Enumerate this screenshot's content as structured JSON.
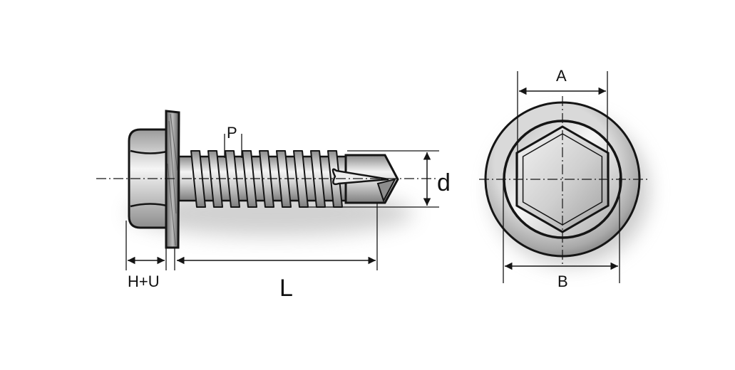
{
  "labels": {
    "pitch": "P",
    "diameter": "d",
    "head_height": "H+U",
    "length": "L",
    "across_flats": "A",
    "washer_diameter": "B"
  },
  "colors": {
    "outline": "#151515",
    "metal_light": "#f4f4f4",
    "metal_mid": "#c9c9c9",
    "metal_dark": "#8a8a8a",
    "shadow": "#9a9a9a"
  }
}
